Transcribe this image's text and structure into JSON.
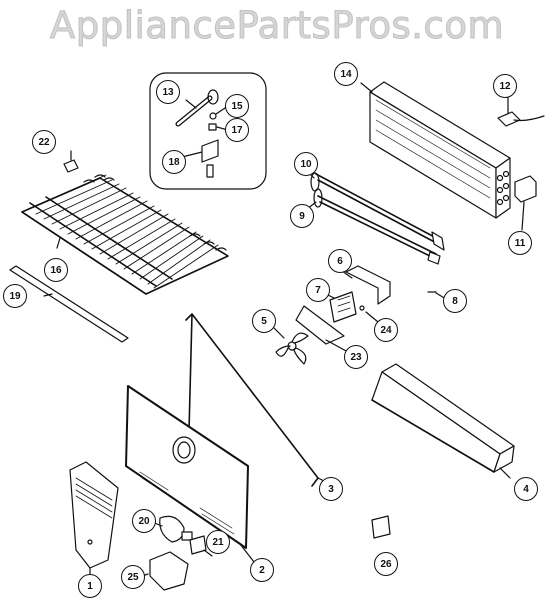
{
  "watermark": "AppliancePartsPros.com",
  "callouts": {
    "c1": "1",
    "c2": "2",
    "c3": "3",
    "c4": "4",
    "c5": "5",
    "c6": "6",
    "c7": "7",
    "c8": "8",
    "c9": "9",
    "c10": "10",
    "c11": "11",
    "c12": "12",
    "c13": "13",
    "c14": "14",
    "c15": "15",
    "c16": "16",
    "c17": "17",
    "c18": "18",
    "c19": "19",
    "c20": "20",
    "c21": "21",
    "c22": "22",
    "c23": "23",
    "c24": "24",
    "c25": "25",
    "c26": "26"
  }
}
